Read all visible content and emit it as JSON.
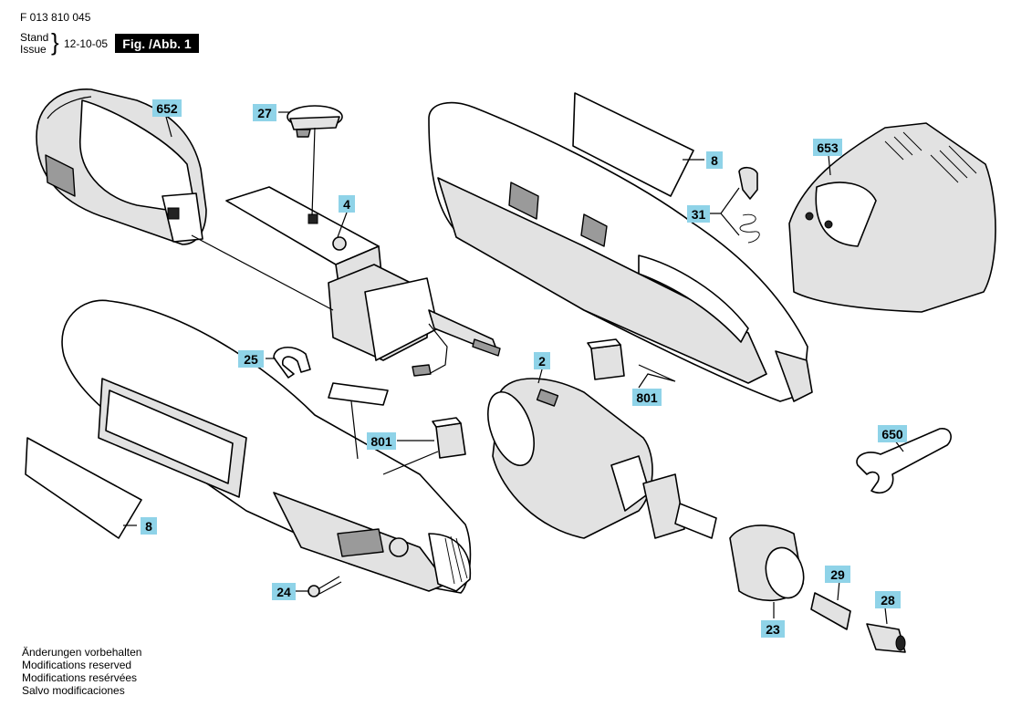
{
  "header": {
    "doc_number": "F 013 810 045",
    "stand_label": "Stand",
    "issue_label": "Issue",
    "date": "12-10-05",
    "figure": "Fig. /Abb. 1"
  },
  "parts": [
    {
      "id": "652"
    },
    {
      "id": "27"
    },
    {
      "id": "4"
    },
    {
      "id": "8"
    },
    {
      "id": "653"
    },
    {
      "id": "31"
    },
    {
      "id": "25"
    },
    {
      "id": "801"
    },
    {
      "id": "2"
    },
    {
      "id": "801"
    },
    {
      "id": "650"
    },
    {
      "id": "8"
    },
    {
      "id": "24"
    },
    {
      "id": "29"
    },
    {
      "id": "28"
    },
    {
      "id": "23"
    }
  ],
  "notes": [
    "Änderungen vorbehalten",
    "Modifications reserved",
    "Modifications resérvées",
    "Salvo modificaciones"
  ]
}
